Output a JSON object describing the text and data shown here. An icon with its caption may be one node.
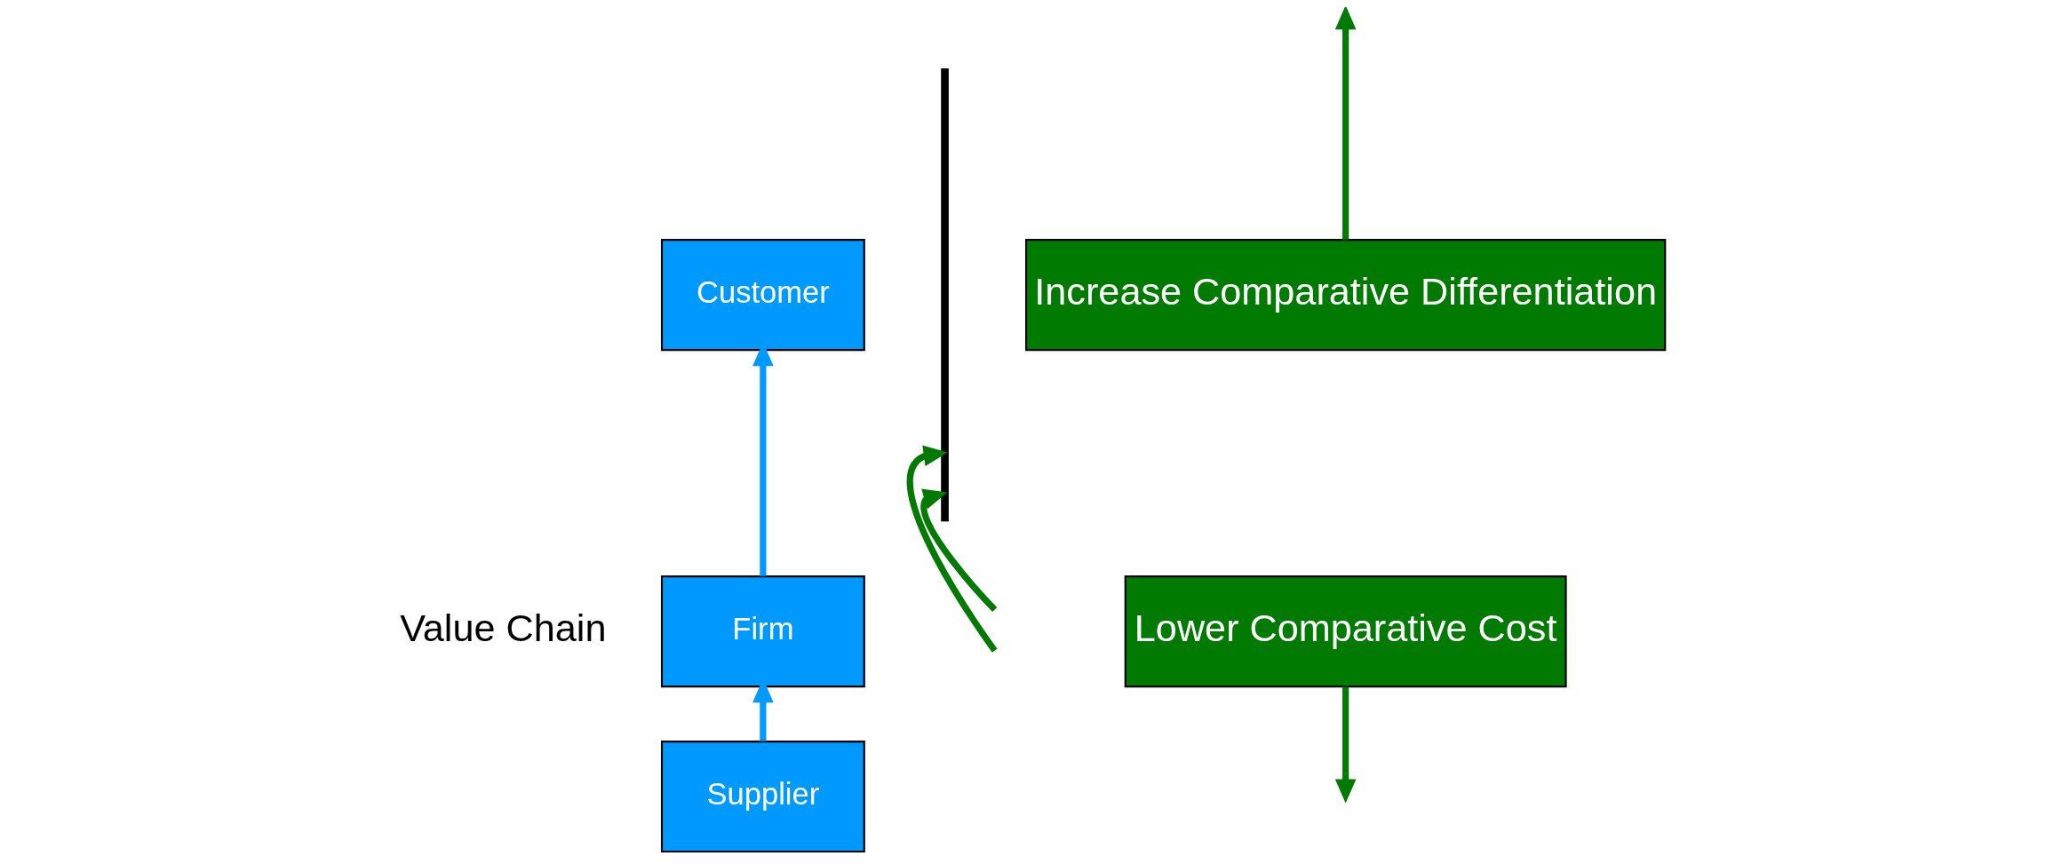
{
  "diagram": {
    "nodes": [
      {
        "text": [
          "Customer"
        ]
      },
      {
        "text": [
          "Firm"
        ]
      },
      {
        "text": [
          "Supplier"
        ]
      },
      {
        "text": [],
        "shape": "bar"
      },
      {
        "text": [
          "Increase Comparative Differentiation"
        ]
      },
      {
        "text": [
          "Lower Comparative Cost"
        ]
      }
    ],
    "edges": [
      {
        "from": 2,
        "to": 1,
        "arrow": "to",
        "color": "#0099ff"
      },
      {
        "from": 1,
        "to": 0,
        "arrow": "to",
        "color": "#0099ff"
      },
      {
        "from": null,
        "to": 3,
        "arrow": "to",
        "color": "#007a00"
      },
      {
        "from": null,
        "to": 3,
        "arrow": "to",
        "color": "#007a00"
      },
      {
        "from": 4,
        "to": null,
        "arrow": "to",
        "color": "#007a00"
      },
      {
        "from": 5,
        "to": null,
        "arrow": "to",
        "color": "#007a00"
      }
    ],
    "labels": [
      "Value Chain"
    ]
  }
}
